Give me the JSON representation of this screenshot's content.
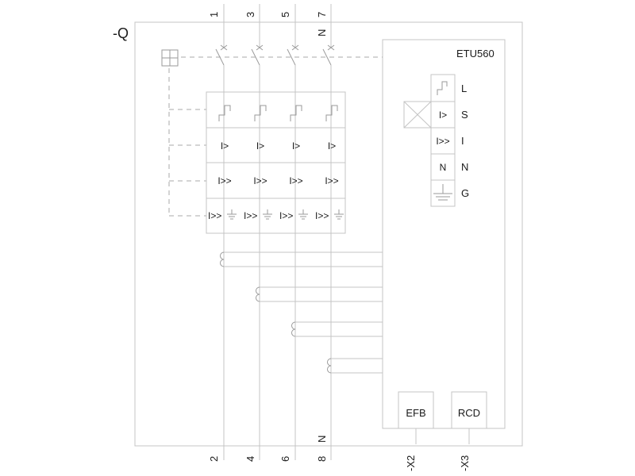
{
  "device": {
    "designation": "-Q",
    "etu": "ETU560",
    "terminals_top": [
      "1",
      "3",
      "5",
      "7"
    ],
    "neutral_top": "N",
    "terminals_bottom": [
      "2",
      "4",
      "6",
      "8"
    ],
    "neutral_bottom": "N",
    "aux_terminals": [
      "-X2",
      "-X3"
    ]
  },
  "poles": {
    "rows": [
      "I>",
      "I>>",
      "I>>"
    ]
  },
  "etu_functions": {
    "labels": [
      "L",
      "S",
      "I",
      "N",
      "G"
    ],
    "symbols": [
      "",
      "I>",
      "I>>",
      "N",
      ""
    ]
  },
  "modules": {
    "efb": "EFB",
    "rcd": "RCD"
  }
}
